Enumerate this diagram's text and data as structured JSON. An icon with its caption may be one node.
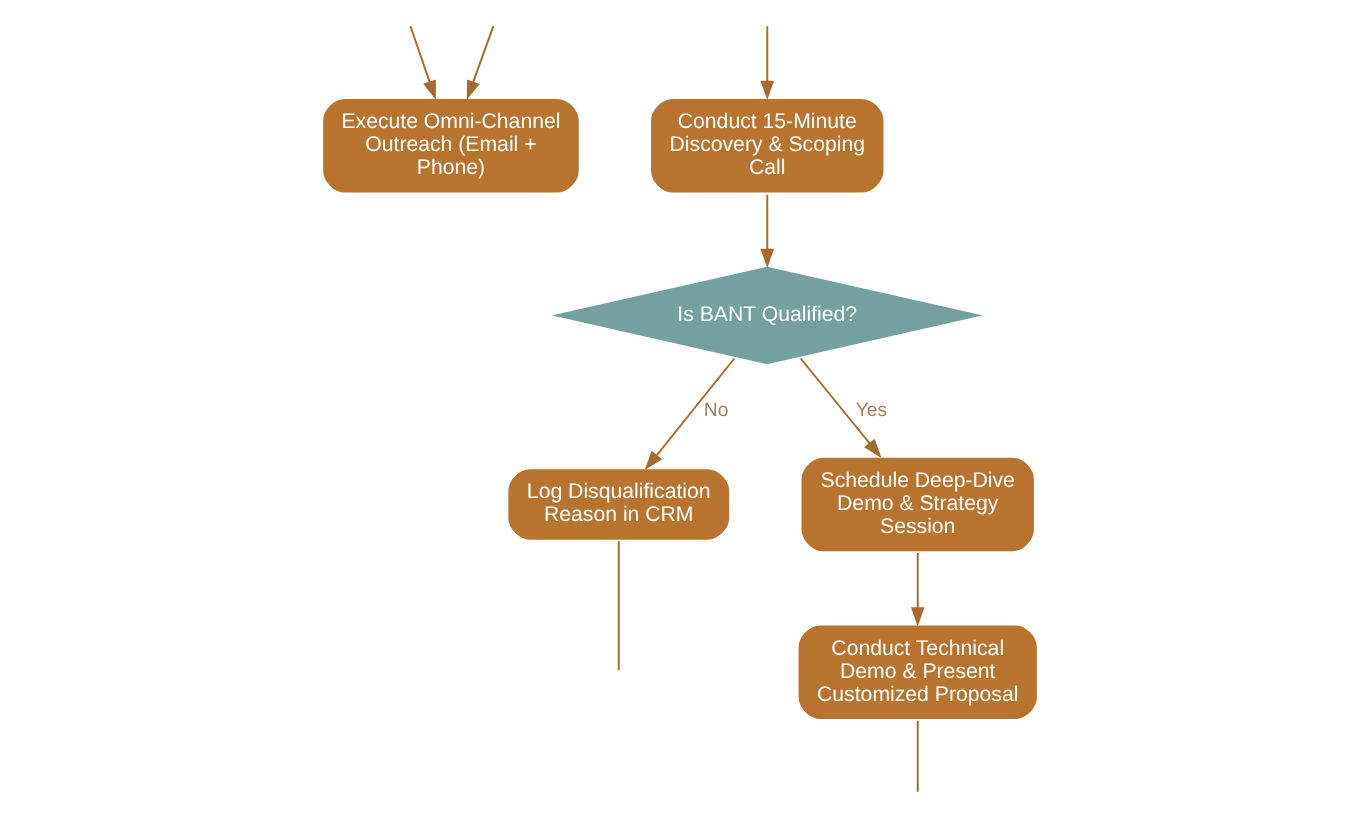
{
  "diagram": {
    "nodes": [
      {
        "text": [
          "Execute Omni-Channel Outreach (Email + Phone)"
        ]
      },
      {
        "text": [
          "Conduct 15-Minute Discovery & Scoping Call"
        ]
      },
      {
        "text": [
          "Is BANT Qualified?"
        ]
      },
      {
        "text": [
          "Log Disqualification Reason in CRM"
        ]
      },
      {
        "text": [
          "Schedule Deep-Dive Demo & Strategy Session"
        ]
      },
      {
        "text": [
          "Conduct Technical Demo & Present Customized Proposal"
        ]
      }
    ],
    "edges": [
      {
        "from": null,
        "to": 0,
        "arrow": "to"
      },
      {
        "from": null,
        "to": 0,
        "arrow": "to"
      },
      {
        "from": null,
        "to": 1,
        "arrow": "to"
      },
      {
        "from": 1,
        "to": 2,
        "arrow": "to"
      },
      {
        "from": 2,
        "to": 3,
        "arrow": "to",
        "label": "No"
      },
      {
        "from": 2,
        "to": 4,
        "arrow": "to",
        "label": "Yes"
      },
      {
        "from": 4,
        "to": 5,
        "arrow": "to"
      },
      {
        "from": 3,
        "to": null,
        "arrow": "none"
      },
      {
        "from": 5,
        "to": null,
        "arrow": "none"
      }
    ]
  }
}
